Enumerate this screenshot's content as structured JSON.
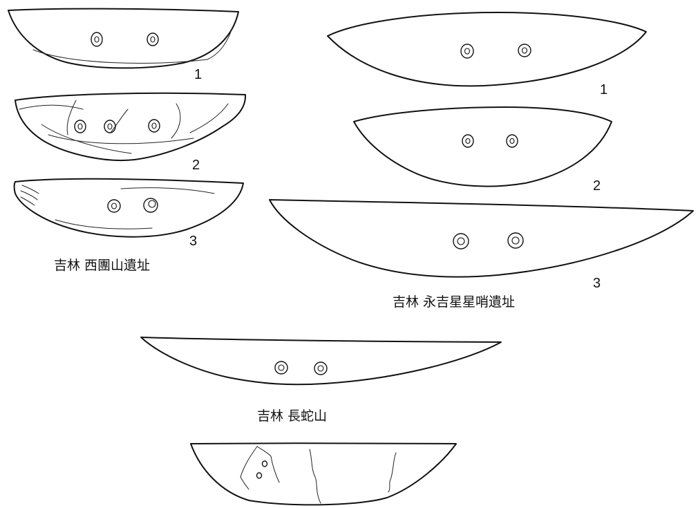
{
  "figure": {
    "groups": [
      {
        "id": "xituanshan",
        "site_label": "吉林 西團山遺址",
        "items": [
          {
            "number": "1",
            "holes": 2
          },
          {
            "number": "2",
            "holes": 3
          },
          {
            "number": "3",
            "holes": 2
          }
        ]
      },
      {
        "id": "yongji",
        "site_label": "吉林 永吉星星哨遺址",
        "items": [
          {
            "number": "1",
            "holes": 2
          },
          {
            "number": "2",
            "holes": 2
          },
          {
            "number": "3",
            "holes": 2
          }
        ]
      },
      {
        "id": "changsheshan",
        "site_label": "吉林 長蛇山",
        "items": [
          {
            "number": "",
            "holes": 2
          }
        ]
      },
      {
        "id": "unlabeled",
        "site_label": "",
        "items": [
          {
            "number": "",
            "holes": 2
          }
        ]
      }
    ]
  }
}
